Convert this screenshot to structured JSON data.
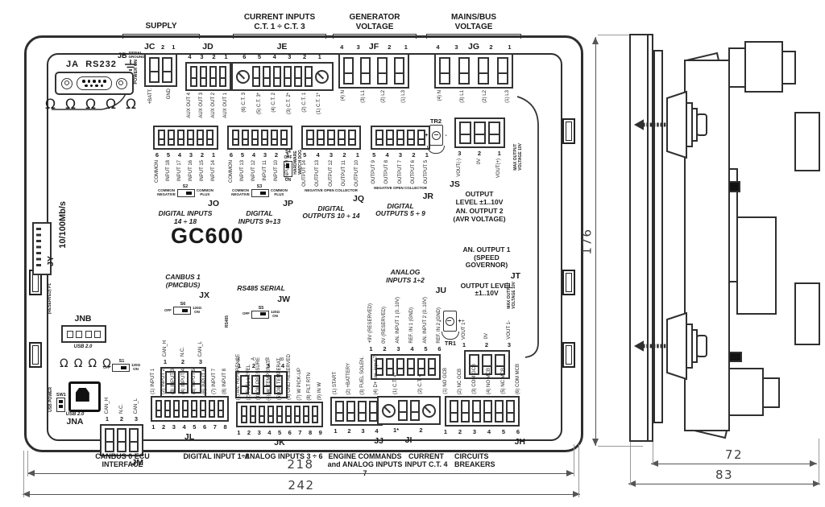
{
  "device": {
    "model": "GC600"
  },
  "top_groups": [
    {
      "label": "SUPPLY"
    },
    {
      "label": "CURRENT INPUTS\nC.T. 1 ÷ C.T. 3"
    },
    {
      "label": "GENERATOR\nVOLTAGE"
    },
    {
      "label": "MAINS/BUS\nVOLTAGE"
    }
  ],
  "bottom_groups": [
    {
      "label": "CANBUS 0 ECU\nINTERFACE"
    },
    {
      "label": "DIGITAL INPUT 1÷8"
    },
    {
      "label": "ANALOG INPUTS 3 ÷ 6"
    },
    {
      "label": "ENGINE COMMANDS\nand ANALOG INPUTS 7"
    },
    {
      "label": "CURRENT\nINPUT  C.T. 4"
    },
    {
      "label": "CIRCUITS\nBREAKERS"
    }
  ],
  "dimensions": {
    "inner_width": "218",
    "outer_width": "242",
    "height": "176",
    "depth_body": "72",
    "depth_total": "83"
  },
  "ports": {
    "ja": {
      "name": "JA",
      "type": "RS232"
    },
    "jb": {
      "name": "JB",
      "label": "SIGNAL\nGROUND"
    },
    "jy": {
      "name": "JY",
      "speed": "10/100Mb/s",
      "reserved": "(RESERVED) P1"
    },
    "jnb": {
      "name": "JNB",
      "label": "USB 2.0"
    },
    "jna": {
      "name": "JNA",
      "label": "USB 2.0",
      "switch": "SW1",
      "switch_label": "USB POWER"
    }
  },
  "trimmers": {
    "tr1": "TR1",
    "tr2": "TR2"
  },
  "labels_misc": {
    "power_on": "POWER ON",
    "rs485": "RS485",
    "max_output": "MAX OUTPUT\nVOLTAGE 10V",
    "s4": {
      "id": "S4",
      "label": "HARDWARE\nWATCH DOG",
      "on": "ON",
      "off": "OFF"
    }
  },
  "icons": {
    "clip": "Ω"
  },
  "connectors": {
    "jc": {
      "name": "JC",
      "pins": [
        "2",
        "1"
      ],
      "labels": [
        "+BATT.",
        "GND"
      ]
    },
    "jd": {
      "name": "JD",
      "pins": [
        "4",
        "3",
        "2",
        "1"
      ],
      "labels": [
        "AUX OUT 4",
        "AUX OUT 3",
        "AUX OUT 2",
        "AUX OUT 1"
      ]
    },
    "je": {
      "name": "JE",
      "pins": [
        "6",
        "5",
        "4",
        "3",
        "2",
        "1"
      ],
      "labels": [
        "(6) C.T. 3",
        "(5) C.T. 3*",
        "(4) C.T. 2",
        "(3) C.T. 2*",
        "(2) C.T. 1",
        "(1) C.T. 1*"
      ]
    },
    "jf": {
      "name": "JF",
      "pins": [
        "4",
        "3",
        "2",
        "1"
      ],
      "labels": [
        "(4) N",
        "(3) L1",
        "(2) L2",
        "(1) L3"
      ]
    },
    "jg": {
      "name": "JG",
      "pins": [
        "4",
        "3",
        "2",
        "1"
      ],
      "labels": [
        "(4) N",
        "(3) L1",
        "(2) L2",
        "(1) L3"
      ]
    },
    "jo": {
      "name": "JO",
      "pins": [
        "6",
        "5",
        "4",
        "3",
        "2",
        "1"
      ],
      "labels": [
        "COMMON",
        "INPUT 18",
        "INPUT 17",
        "INPUT 16",
        "INPUT 15",
        "INPUT 14"
      ],
      "dip": {
        "id": "S2",
        "left": "COMMON\nNEGATIVE",
        "right": "COMMON\nPLUS"
      },
      "caption": "DIGITAL INPUTS\n14 ÷ 18"
    },
    "jp": {
      "name": "JP",
      "pins": [
        "6",
        "5",
        "4",
        "3",
        "2",
        "1"
      ],
      "labels": [
        "COMMON",
        "INPUT 13",
        "INPUT 12",
        "INPUT 11",
        "INPUT 10",
        "INPUT 9"
      ],
      "dip": {
        "id": "S3",
        "left": "COMMON\nNEGATIVE",
        "right": "COMMON\nPLUS"
      },
      "caption": "DIGITAL\nINPUTS 9÷13"
    },
    "jq": {
      "name": "JQ",
      "pins": [
        "5",
        "4",
        "3",
        "2",
        "1"
      ],
      "labels": [
        "OUTPUT 14",
        "OUTPUT 13",
        "OUTPUT 12",
        "OUTPUT 11",
        "OUTPUT 10"
      ],
      "note": "NEGATIVE OPEN COLLECTOR",
      "caption": "DIGITAL\nOUTPUTS 10 ÷ 14"
    },
    "jr": {
      "name": "JR",
      "pins": [
        "5",
        "4",
        "3",
        "2",
        "1"
      ],
      "labels": [
        "OUTPUT 9",
        "OUTPUT 8",
        "OUTPUT 7",
        "OUTPUT 6",
        "OUTPUT 5"
      ],
      "note": "NEGATIVE OPEN COLLECTOR",
      "caption": "DIGITAL\nOUTPUTS 5 ÷ 9"
    },
    "js": {
      "name": "JS",
      "pins": [
        "3",
        "2",
        "1"
      ],
      "labels": [
        "VOUT(-)",
        "0V",
        "VOUT(+)"
      ],
      "caption": "OUTPUT\nLEVEL ±1..10V",
      "caption2": "AN. OUTPUT 2\n(AVR VOLTAGE)"
    },
    "jx": {
      "name": "JX",
      "pins": [
        "1",
        "2",
        "3"
      ],
      "labels": [
        "CAN_H",
        "N.C.",
        "CAN_L"
      ],
      "dip": {
        "id": "S6",
        "left": "OFF",
        "right": "120Ω\nON"
      },
      "caption": "CANBUS 1\n(PMCBUS)"
    },
    "jw": {
      "name": "JW",
      "pins": [
        "1",
        "2",
        "3",
        "4"
      ],
      "labels": [
        "A",
        "A",
        "B",
        "B"
      ],
      "dip": {
        "id": "S5",
        "left": "OFF",
        "right": "120Ω\nON"
      },
      "caption": "RS485 SERIAL"
    },
    "ju": {
      "name": "JU",
      "pins": [
        "1",
        "2",
        "3",
        "4",
        "5",
        "6"
      ],
      "labels": [
        "+9V (RESERVED)",
        "0V (RESERVED)",
        "AN. INPUT 1 (0..10V)",
        "REF. IN 1 (GND)",
        "AN. INPUT 2 (0..10V)",
        "REF. IN 2 (GND)"
      ],
      "caption": "ANALOG\nINPUTS 1÷2"
    },
    "jt": {
      "name": "JT",
      "pins": [
        "1",
        "2",
        "3"
      ],
      "labels": [
        "VOUT 1+",
        "0V",
        "VOUT 1-"
      ],
      "caption": "AN. OUTPUT 1\n(SPEED GOVERNOR)",
      "caption2": "OUTPUT LEVEL\n±1..10V"
    },
    "jm": {
      "name": "JM",
      "pins": [
        "1",
        "2",
        "3"
      ],
      "labels": [
        "CAN_H",
        "N.C.",
        "CAN_L"
      ],
      "dip": {
        "id": "S1",
        "left": "OFF",
        "right": "120Ω\nON"
      }
    },
    "jl": {
      "name": "JL",
      "pins": [
        "1",
        "2",
        "3",
        "4",
        "5",
        "6",
        "7",
        "8"
      ],
      "labels": [
        "(1) INPUT 1",
        "(2) INPUT 2",
        "(3) INPUT 3",
        "(4) INPUT 4",
        "(5) INPUT 5",
        "(6) INPUT 6",
        "(7) INPUT 7",
        "(8) INPUT 8"
      ]
    },
    "jk": {
      "name": "JK",
      "pins": [
        "1",
        "2",
        "3",
        "4",
        "5",
        "6",
        "7",
        "8",
        "9"
      ],
      "labels": [
        "(1) AN. REFERENCE",
        "(2) FUEL LEVEL",
        "(3) OIL PRESSURE",
        "(4) W. TEMPERAT.",
        "(5) OIL TEMPERAT.",
        "(6) GND RESERVED",
        "(7) W PICK-UP",
        "(8) FILT RTN",
        "(9) IN W"
      ]
    },
    "jj": {
      "name": "JJ",
      "pins": [
        "1",
        "2",
        "3",
        "4"
      ],
      "labels": [
        "(1) START",
        "(2) +BATTERY",
        "(3) FUEL SOLEN.",
        "(4) D+ (an. input 7)"
      ]
    },
    "ji": {
      "name": "JI",
      "pins": [
        "1*",
        "2"
      ],
      "labels": [
        "(1) C.T. 4*",
        "(2) C.T. 4"
      ]
    },
    "jh": {
      "name": "JH",
      "pins": [
        "1",
        "2",
        "3",
        "4",
        "5",
        "6"
      ],
      "labels": [
        "(1) NO GCB",
        "(2) NC GCB",
        "(3) COM GCB",
        "(4) NO MCB",
        "(5) NC MCB",
        "(6) COM MCB"
      ]
    }
  }
}
